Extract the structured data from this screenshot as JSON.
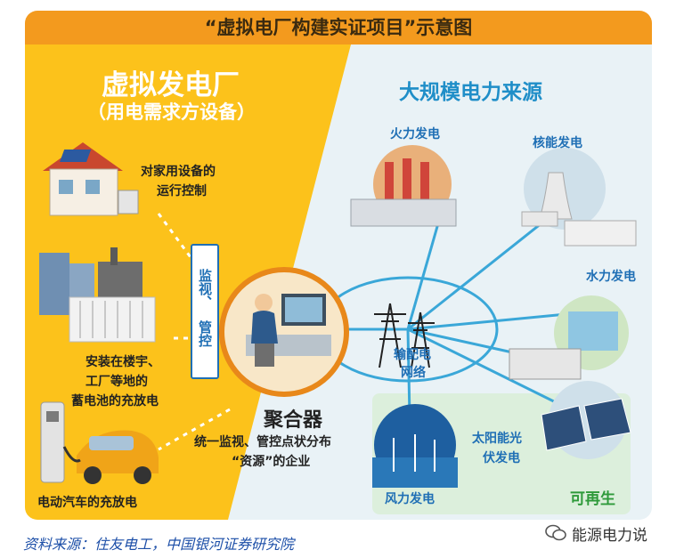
{
  "title": "“虚拟电厂构建实证项目”示意图",
  "left": {
    "heading": "虚拟发电厂",
    "subheading": "（用电需求方设备）",
    "monitor_label_1": "监视、",
    "monitor_label_2": "管控",
    "home_label_1": "对家用设备的",
    "home_label_2": "运行控制",
    "battery_label_1": "安装在楼宇、",
    "battery_label_2": "工厂等地的",
    "battery_label_3": "蓄电池的充放电",
    "ev_label": "电动汽车的充放电",
    "aggregator_title": "聚合器",
    "aggregator_desc_1": "统一监视、管控点状分布",
    "aggregator_desc_2": "“资源”的企业"
  },
  "right": {
    "heading": "大规模电力来源",
    "thermal": "火力发电",
    "nuclear": "核能发电",
    "hydro": "水力发电",
    "grid_1": "输配电",
    "grid_2": "网络",
    "solar_1": "太阳能光",
    "solar_2": "伏发电",
    "wind": "风力发电",
    "renewable": "可再生"
  },
  "source": "资料来源：住友电工，中国银河证券研究院",
  "watermark": "能源电力说",
  "colors": {
    "orange": "#f39a1e",
    "yellow": "#fcc21b",
    "light_blue": "#e9f2f6",
    "green_panel": "#dcefdc",
    "heading_white": "#ffffff",
    "right_heading": "#1f8ec8",
    "line_blue": "#3aa7d8"
  }
}
